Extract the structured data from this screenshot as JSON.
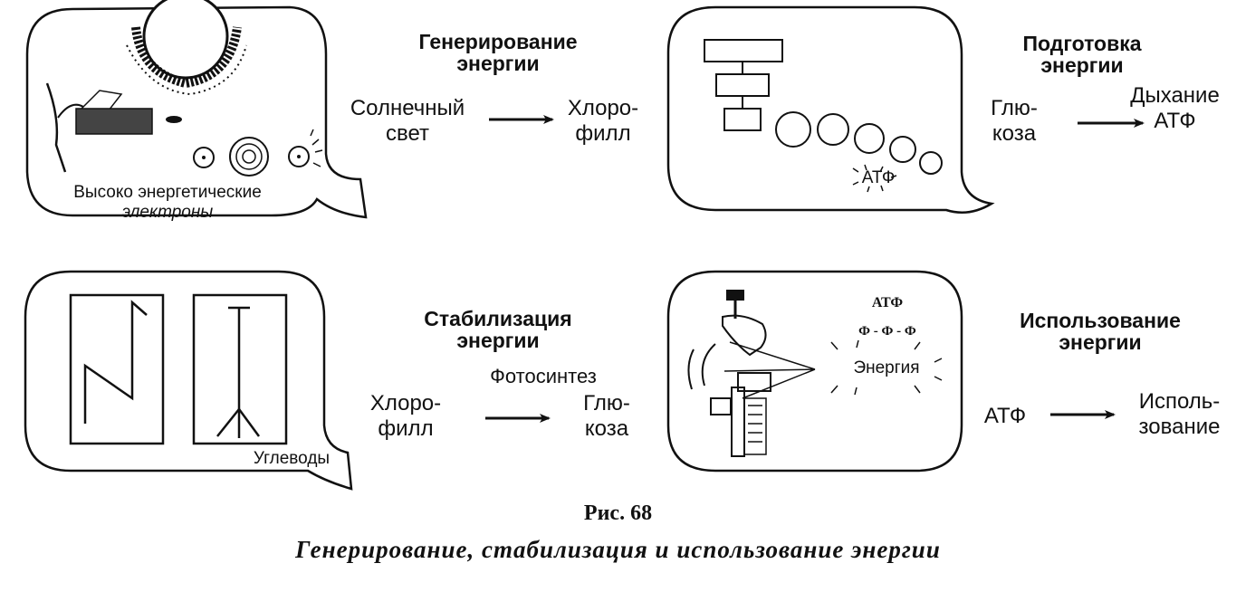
{
  "panels": {
    "generation": {
      "heading": [
        "Генерирование",
        "энергии"
      ],
      "from": [
        "Солнечный",
        "свет"
      ],
      "to": [
        "Хлоро-",
        "филл"
      ],
      "bubble_label": [
        "Высоко энергетические",
        "электроны"
      ]
    },
    "preparation": {
      "heading": [
        "Подготовка",
        "энергии"
      ],
      "from": [
        "Глю-",
        "коза"
      ],
      "to": [
        "Дыхание",
        "АТФ"
      ],
      "bubble_label": "АТФ"
    },
    "stabilization": {
      "heading": [
        "Стабилизация",
        "энергии"
      ],
      "process": "Фотосинтез",
      "from": [
        "Хлоро-",
        "филл"
      ],
      "to": [
        "Глю-",
        "коза"
      ],
      "bubble_label": "Углеводы"
    },
    "usage": {
      "heading": [
        "Использование",
        "энергии"
      ],
      "from": "АТФ",
      "to": [
        "Исполь-",
        "зование"
      ],
      "bubble_atf": "АТФ",
      "bubble_formula": "Ф - Ф - Ф",
      "bubble_energy": "Энергия"
    }
  },
  "caption": {
    "figure": "Рис. 68",
    "title": "Генерирование, стабилизация и использование энергии"
  }
}
